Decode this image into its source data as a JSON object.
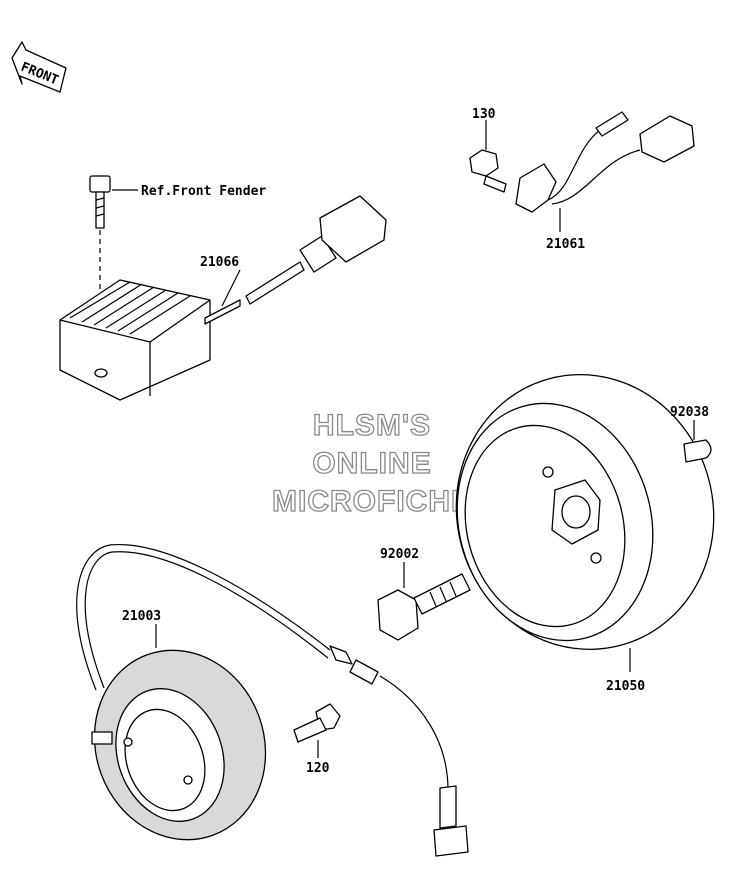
{
  "direction_badge": "FRONT",
  "watermark": [
    "HLSM'S",
    "ONLINE",
    "MICROFICHE"
  ],
  "callouts": {
    "ref_note": "Ref.Front Fender",
    "regulator": "21066",
    "bolt_130": "130",
    "lead_wire": "21061",
    "key": "92038",
    "flywheel_bolt": "92002",
    "stator": "21003",
    "rotor": "21050",
    "screw_120": "120"
  }
}
